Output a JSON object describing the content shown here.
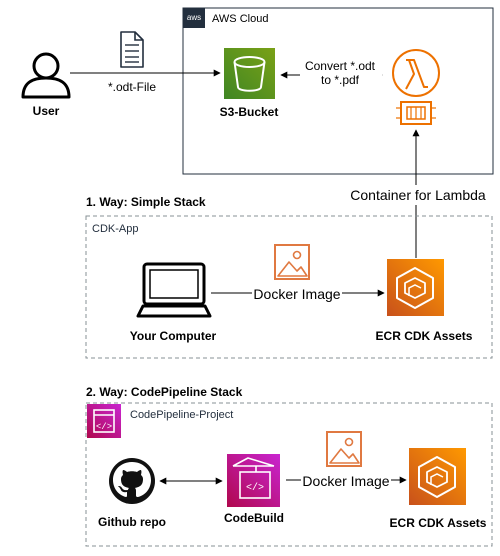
{
  "aws": {
    "badge": "aws",
    "label": "AWS Cloud"
  },
  "user": {
    "label": "User"
  },
  "file": {
    "label": "*.odt-File"
  },
  "s3": {
    "label": "S3-Bucket"
  },
  "convert": {
    "line1": "Convert *.odt",
    "line2": "to *.pdf"
  },
  "container_label": "Container for Lambda",
  "way1": {
    "title": "1. Way: Simple Stack",
    "group_label": "CDK-App",
    "computer_label": "Your Computer",
    "edge_label": "Docker Image",
    "ecr_label": "ECR CDK Assets"
  },
  "way2": {
    "title": "2. Way: CodePipeline Stack",
    "group_label": "CodePipeline-Project",
    "github_label": "Github repo",
    "codebuild_label": "CodeBuild",
    "edge_label": "Docker Image",
    "ecr_label": "ECR CDK Assets"
  },
  "colors": {
    "s3": "#7AA116",
    "lambda": "#ED7100",
    "ecr": "#ED7100",
    "codebuild": "#C925D1",
    "image_icon": "#E07941"
  }
}
